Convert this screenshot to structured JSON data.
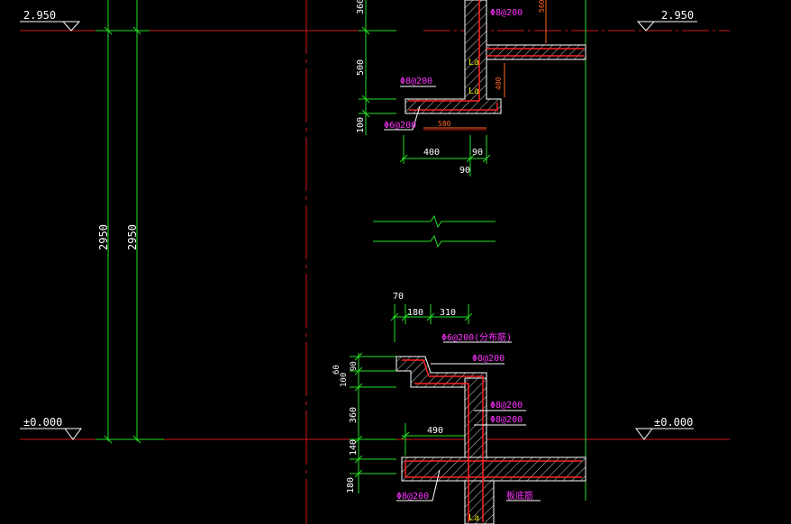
{
  "colors": {
    "background": "#000000",
    "axis": "#d01818",
    "dimension": "#22e022",
    "outline": "#ffffff",
    "rebar_label": "#ff33ff",
    "rebar_dim": "#ff6622",
    "anchor_label": "#e6e600"
  },
  "elevations": {
    "top_left": "2.950",
    "top_right": "2.950",
    "bottom_left": "±0.000",
    "bottom_right": "±0.000"
  },
  "overall_dims": {
    "story_height_a": "2950",
    "story_height_b": "2950"
  },
  "upper_section": {
    "dim_top": "360",
    "dim_500": "500",
    "dim_100": "100",
    "width_400": "400",
    "width_90": "90",
    "width_90b": "90",
    "rebar_top": "Φ8@200",
    "rebar_a": "Φ8@200",
    "rebar_b": "Φ6@200",
    "orange_580": "580",
    "orange_400": "400",
    "orange_560": "560",
    "la_1": "La",
    "la_2": "La"
  },
  "lower_section": {
    "dim_70": "70",
    "dim_180": "180",
    "dim_310": "310",
    "dim_60": "60",
    "dim_90": "90",
    "dim_100": "100",
    "dim_360": "360",
    "dim_490": "490",
    "dim_140": "140",
    "dim_180b": "180",
    "rebar_dist": "Φ6@200(分布筋)",
    "rebar_1": "Φ8@200",
    "rebar_2": "Φ8@200",
    "rebar_3": "Φ8@200",
    "rebar_4": "Φ8@200",
    "rebar_slab": "板底筋",
    "la_1": "La"
  }
}
